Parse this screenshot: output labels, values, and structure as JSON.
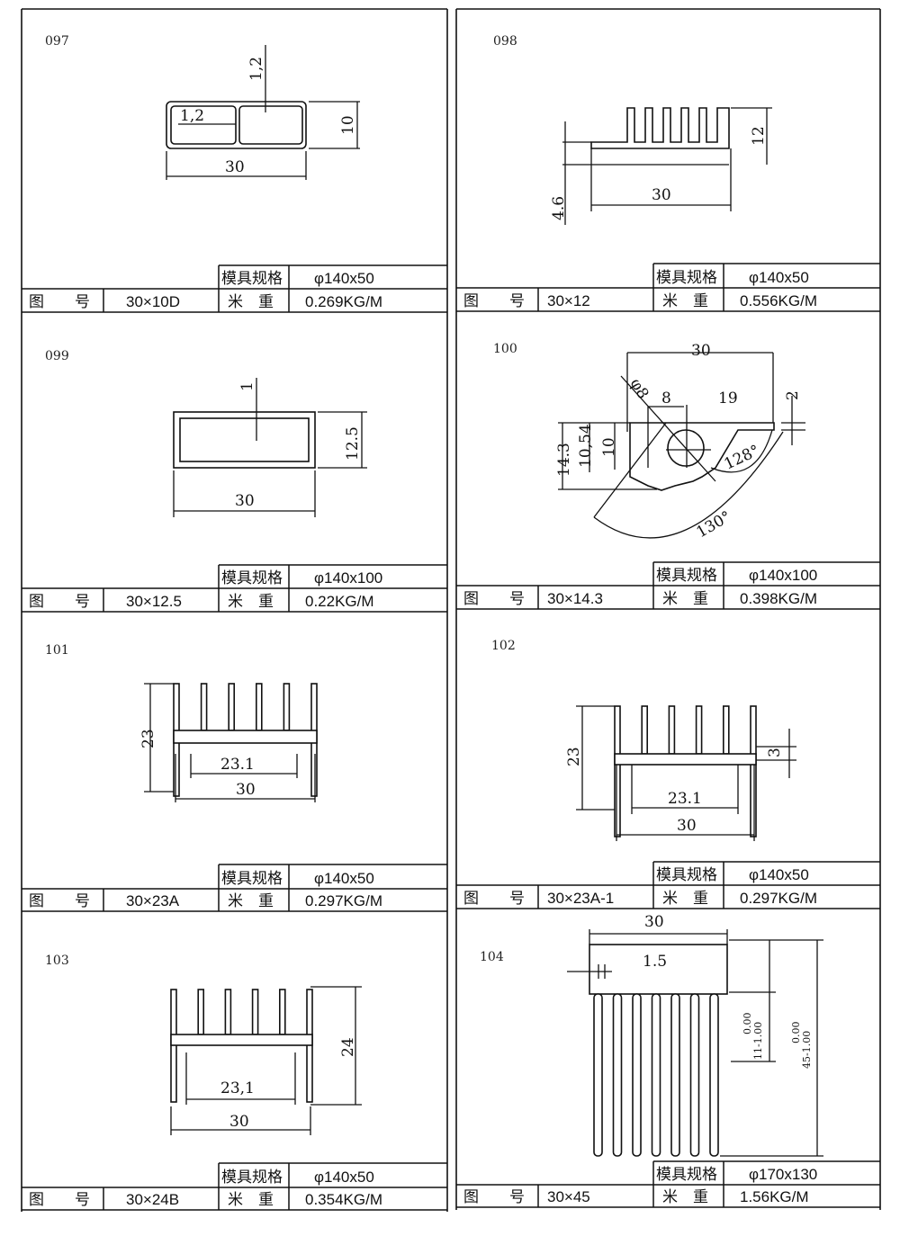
{
  "labels": {
    "mold_spec": "模具规格",
    "drawing_no": "图  号",
    "weight": "米  重"
  },
  "panels": [
    {
      "id": "097",
      "drawing_no": "30×10D",
      "mold_spec": "φ140x50",
      "weight": "0.269KG/M",
      "dims": [
        "1,2",
        "1,2",
        "10",
        "30"
      ]
    },
    {
      "id": "098",
      "drawing_no": "30×12",
      "mold_spec": "φ140x50",
      "weight": "0.556KG/M",
      "dims": [
        "12",
        "4.6",
        "30"
      ]
    },
    {
      "id": "099",
      "drawing_no": "30×12.5",
      "mold_spec": "φ140x100",
      "weight": "0.22KG/M",
      "dims": [
        "1",
        "12.5",
        "30"
      ]
    },
    {
      "id": "100",
      "drawing_no": "30×14.3",
      "mold_spec": "φ140x100",
      "weight": "0.398KG/M",
      "dims": [
        "30",
        "φ8",
        "8",
        "19",
        "2",
        "14.3",
        "10,54",
        "10",
        "128°",
        "130°"
      ]
    },
    {
      "id": "101",
      "drawing_no": "30×23A",
      "mold_spec": "φ140x50",
      "weight": "0.297KG/M",
      "dims": [
        "23",
        "23.1",
        "30"
      ]
    },
    {
      "id": "102",
      "drawing_no": "30×23A-1",
      "mold_spec": "φ140x50",
      "weight": "0.297KG/M",
      "dims": [
        "23",
        "3",
        "23.1",
        "30"
      ]
    },
    {
      "id": "103",
      "drawing_no": "30×24B",
      "mold_spec": "φ140x50",
      "weight": "0.354KG/M",
      "dims": [
        "24",
        "23,1",
        "30"
      ]
    },
    {
      "id": "104",
      "drawing_no": "30×45",
      "mold_spec": "φ170x130",
      "weight": "1.56KG/M",
      "dims": [
        "30",
        "1.5",
        "11-1.00",
        "0.00",
        "45-1.00",
        "0.00"
      ]
    }
  ]
}
